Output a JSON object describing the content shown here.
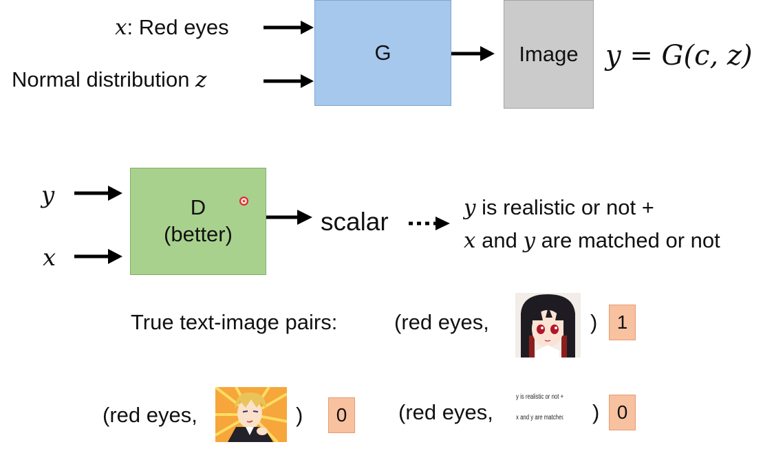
{
  "generator": {
    "input_x_var": "x",
    "input_x_label": ": Red eyes",
    "input_z_label": "Normal distribution ",
    "input_z_var": "z",
    "box_label": "G",
    "output_label": "Image",
    "equation": "y = G(c, z)"
  },
  "discriminator": {
    "input_y": "y",
    "input_x": "x",
    "box_label": "D",
    "box_sublabel": "(better)",
    "output_label": "scalar",
    "explanation_line1_var": "y",
    "explanation_line1": " is realistic or not +",
    "explanation_line2_var1": "x",
    "explanation_line2_mid": " and ",
    "explanation_line2_var2": "y",
    "explanation_line2_end": " are matched or not"
  },
  "examples": {
    "true_pairs_label": "True text-image pairs:",
    "true_pair_text": "(red eyes,",
    "true_pair_close": ")",
    "true_pair_score": "1",
    "fake_pair1_text": "(red eyes,",
    "fake_pair1_close": ")",
    "fake_pair1_score": "0",
    "fake_pair2_text": "(red eyes,",
    "fake_pair2_close": ")",
    "fake_pair2_score": "0",
    "tiny_image_line1": "y is realistic or not +",
    "tiny_image_line2": "x and y are matched or not"
  },
  "colors": {
    "generator_box": "#a6c8ec",
    "output_box": "#cbcbcb",
    "discriminator_box": "#a9d18e",
    "score_box": "#f8c1a0",
    "cursor": "#e52222"
  }
}
